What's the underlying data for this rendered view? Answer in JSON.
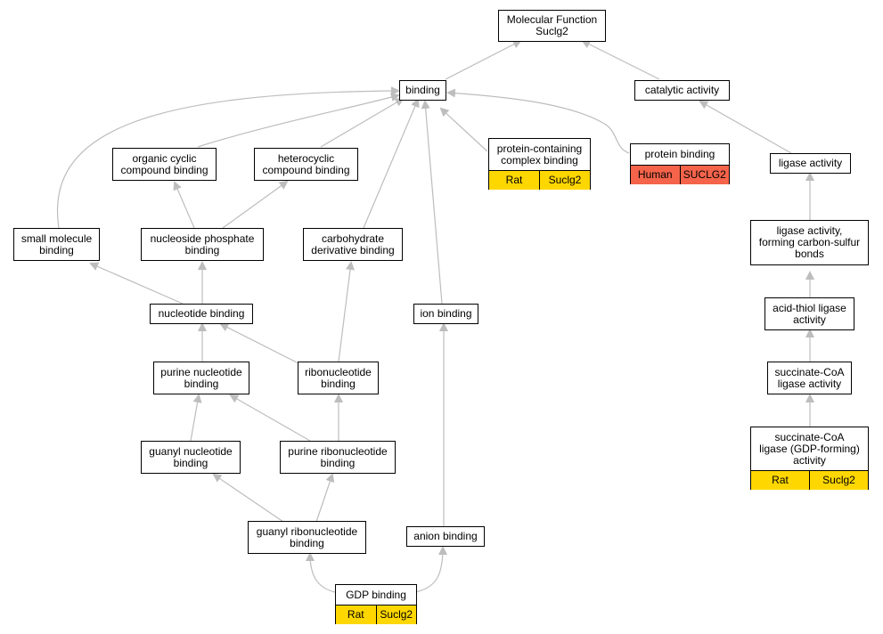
{
  "colors": {
    "edge": "#bdbdbd",
    "rat_annotation": "#ffd700",
    "human_annotation": "#f4634a"
  },
  "nodes": {
    "root": "Molecular Function\nSuclg2",
    "binding": "binding",
    "catalytic": "catalytic activity",
    "organic_cyclic": "organic cyclic\ncompound binding",
    "heterocyclic": "heterocyclic\ncompound binding",
    "protein_complex": "protein-containing\ncomplex binding",
    "protein_binding": "protein binding",
    "ligase": "ligase activity",
    "small_molecule": "small molecule\nbinding",
    "nucleoside_phosphate": "nucleoside phosphate\nbinding",
    "carbohydrate_deriv": "carbohydrate\nderivative binding",
    "ligase_cs": "ligase activity,\nforming carbon-sulfur\nbonds",
    "nucleotide": "nucleotide binding",
    "ion": "ion binding",
    "acid_thiol": "acid-thiol ligase\nactivity",
    "purine_nucleotide": "purine nucleotide\nbinding",
    "ribonucleotide": "ribonucleotide\nbinding",
    "succinate_coa": "succinate-CoA\nligase activity",
    "guanyl_nucleotide": "guanyl nucleotide\nbinding",
    "purine_ribonucleotide": "purine ribonucleotide\nbinding",
    "succinate_coa_gdp": "succinate-CoA\nligase (GDP-forming)\nactivity",
    "guanyl_ribonucleotide": "guanyl ribonucleotide\nbinding",
    "anion": "anion binding",
    "gdp": "GDP binding"
  },
  "annotations": {
    "protein_complex": {
      "species": "Rat",
      "gene": "Suclg2"
    },
    "protein_binding": {
      "species": "Human",
      "gene": "SUCLG2"
    },
    "succinate_coa_gdp": {
      "species": "Rat",
      "gene": "Suclg2"
    },
    "gdp": {
      "species": "Rat",
      "gene": "Suclg2"
    }
  }
}
